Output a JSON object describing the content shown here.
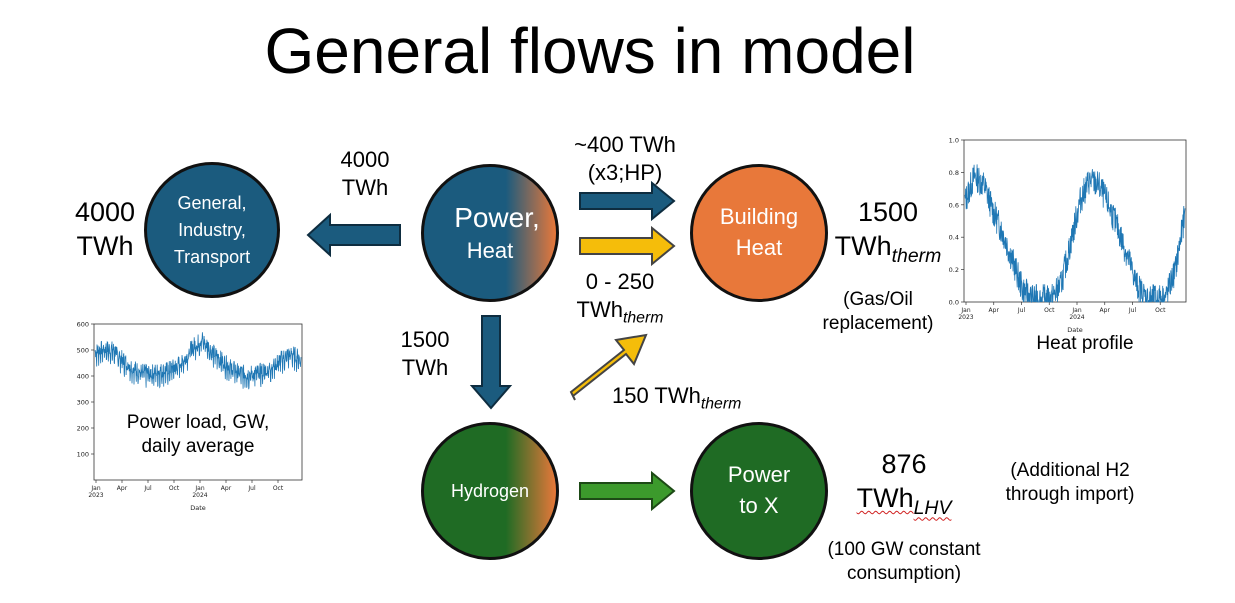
{
  "title": "General flows in model",
  "nodes": {
    "industry": {
      "lines": [
        "General,",
        "Industry,",
        "Transport"
      ],
      "color": "#1b5b7e"
    },
    "power_heat": {
      "line1": "Power,",
      "line2": "Heat",
      "color": "#1b5b7e",
      "accent": "#e8783a"
    },
    "building_heat": {
      "lines": [
        "Building",
        "Heat"
      ],
      "color": "#e8783a"
    },
    "hydrogen": {
      "label": "Hydrogen",
      "color": "#1f6b24",
      "accent": "#e8783a"
    },
    "power_to_x": {
      "lines": [
        "Power",
        "to X"
      ],
      "color": "#1f6b24"
    }
  },
  "labels": {
    "industry_total": [
      "4000",
      "TWh"
    ],
    "to_industry": [
      "4000",
      "TWh"
    ],
    "hp_flow": [
      "~400 TWh",
      "(x3;HP)"
    ],
    "direct_heat": {
      "line1": "0 - 250",
      "line2_main": "TWh",
      "line2_sub": "therm"
    },
    "building_total": {
      "line1": "1500",
      "line2_main": "TWh",
      "line2_sub": "therm"
    },
    "building_note": [
      "(Gas/Oil",
      "replacement)"
    ],
    "to_hydrogen": [
      "1500",
      "TWh"
    ],
    "h2_heat": {
      "main": "150 TWh",
      "sub": "therm"
    },
    "ptx_total": {
      "line1": "876",
      "line2_main": "TWh",
      "line2_sub": "LHV"
    },
    "ptx_note": [
      "(100 GW constant",
      "consumption)"
    ],
    "import_note": [
      "(Additional H2",
      "through import)"
    ],
    "heat_profile_caption": "Heat profile",
    "power_load_caption": [
      "Power load, GW,",
      "daily average"
    ]
  },
  "arrows": {
    "blue": "#1b5b7e",
    "yellow": "#f5bd0a",
    "green": "#3c9a2c"
  },
  "chart_data": [
    {
      "type": "line",
      "title": "",
      "xlabel": "Date",
      "ylabel": "",
      "x_ticks": [
        "Jan\n2023",
        "Apr",
        "Jul",
        "Oct",
        "Jan\n2024",
        "Apr",
        "Jul",
        "Oct"
      ],
      "y_ticks": [
        "100",
        "200",
        "300",
        "400",
        "500",
        "600"
      ],
      "ylim": [
        0,
        600
      ],
      "series": [
        {
          "values": [
            495,
            510,
            505,
            470,
            440,
            420,
            415,
            420,
            425,
            440,
            470,
            520,
            545,
            500,
            470,
            440,
            420,
            410,
            415,
            425,
            445,
            475,
            490,
            470
          ],
          "color": "#1f77b4"
        }
      ]
    },
    {
      "type": "line",
      "title": "",
      "xlabel": "Date",
      "ylabel": "",
      "x_ticks": [
        "Jan\n2023",
        "Apr",
        "Jul",
        "Oct",
        "Jan\n2024",
        "Apr",
        "Jul",
        "Oct"
      ],
      "y_ticks": [
        "0.0",
        "0.2",
        "0.4",
        "0.6",
        "0.8",
        "1.0"
      ],
      "ylim": [
        0,
        1.0
      ],
      "series": [
        {
          "values": [
            0.62,
            0.78,
            0.72,
            0.55,
            0.42,
            0.25,
            0.08,
            0.02,
            0.02,
            0.02,
            0.1,
            0.35,
            0.62,
            0.75,
            0.72,
            0.6,
            0.45,
            0.28,
            0.1,
            0.02,
            0.02,
            0.03,
            0.2,
            0.55
          ],
          "color": "#1f77b4"
        }
      ]
    }
  ]
}
